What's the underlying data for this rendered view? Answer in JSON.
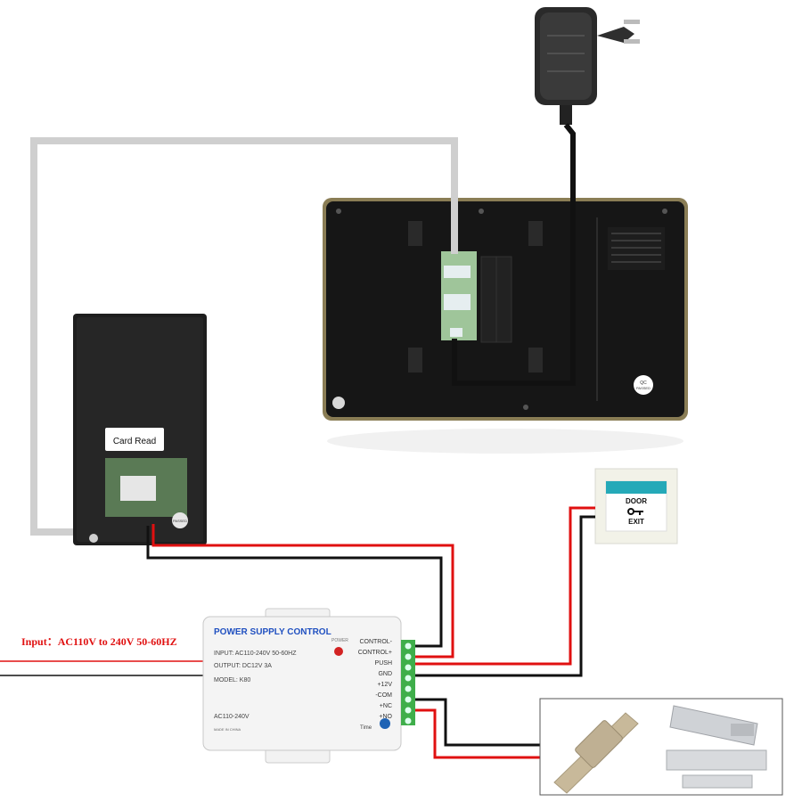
{
  "input_label": "Input：AC110V to 240V 50-60HZ",
  "card_reader": {
    "label": "Card Read",
    "qc_sticker": "PASSED"
  },
  "monitor": {
    "qc_sticker_line1": "QC",
    "qc_sticker_line2": "PASSED"
  },
  "exit_button": {
    "line1": "DOOR",
    "line2": "EXIT"
  },
  "power_supply": {
    "title": "POWER SUPPLY CONTROL",
    "power_led_label": "POWER",
    "input_spec": "INPUT: AC110-240V  50-60HZ",
    "output_spec": "OUTPUT: DC12V  3A",
    "model": "MODEL: K80",
    "voltage_note": "AC110-240V",
    "made_in": "MADE IN CHINA",
    "time_label": "Time",
    "terminals": [
      "CONTROL-",
      "CONTROL+",
      "PUSH",
      "GND",
      "+12V",
      "-COM",
      "+NC",
      "+NO"
    ]
  },
  "colors": {
    "red_wire": "#e01010",
    "black_wire": "#111111",
    "gray_cable": "#cfcfcf",
    "terminal_green": "#3fae4a"
  }
}
